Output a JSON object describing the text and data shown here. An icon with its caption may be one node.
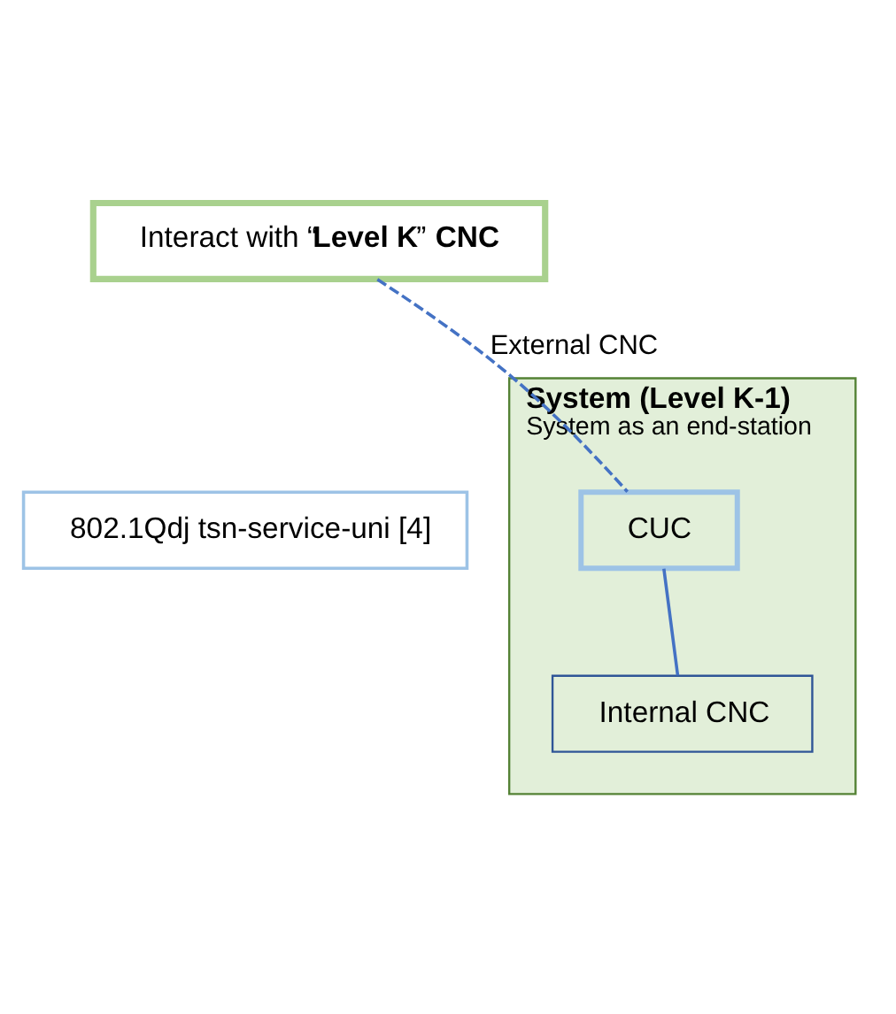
{
  "diagram": {
    "nodes": [
      {
        "text": [
          "Interact with “**Level K**” **CNC**"
        ]
      },
      {
        "text": [
          "802.1Qdj tsn-service-uni [4]"
        ]
      },
      {
        "text": [
          "System (Level K-1)",
          "System as an end-station"
        ]
      },
      {
        "text": [
          "CUC"
        ],
        "in": 2
      },
      {
        "text": [
          "Internal CNC"
        ],
        "in": 2
      }
    ],
    "edges": [
      {
        "from": 0,
        "to": 3,
        "arrow": "none",
        "label": "External CNC",
        "style": "dashed"
      },
      {
        "from": 3,
        "to": 4,
        "arrow": "none"
      }
    ]
  }
}
